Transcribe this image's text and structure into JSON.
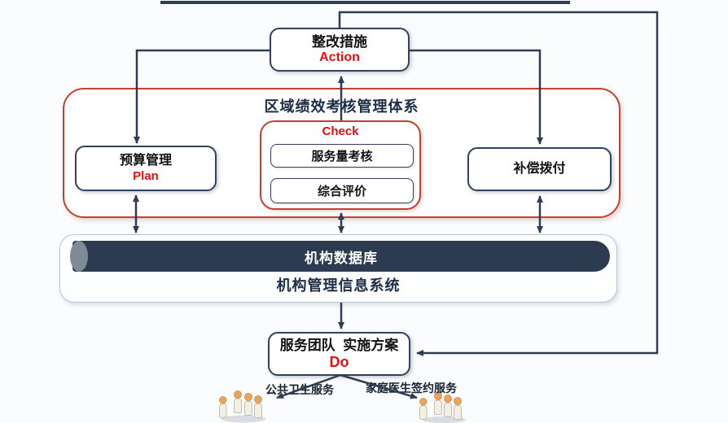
{
  "diagram": {
    "action_box": {
      "title": "整改措施",
      "tag": "Action"
    },
    "system_container": {
      "title": "区域绩效考核管理体系"
    },
    "plan_box": {
      "title": "预算管理",
      "tag": "Plan"
    },
    "check_group": {
      "tag": "Check",
      "items": [
        {
          "label": "服务量考核"
        },
        {
          "label": "综合评价"
        }
      ]
    },
    "compensation_box": {
      "title": "补偿拨付"
    },
    "database": {
      "cylinder_label": "机构数据库",
      "system_label": "机构管理信息系统"
    },
    "do_box": {
      "title": "服务团队  实施方案",
      "tag": "Do"
    },
    "outputs": [
      {
        "label": "公共卫生服务"
      },
      {
        "label": "家庭医生签约服务"
      }
    ]
  },
  "colors": {
    "navy_line": "#2e3d54",
    "box_border": "#32415c",
    "red_border": "#c6402e",
    "red_text": "#e60e0e",
    "title_navy": "#1d2d44",
    "cylinder_fill": "#2d3b50",
    "cylinder_cap": "#7f8a97",
    "db_border": "#b7c3d6",
    "bg": "#fbfcfd",
    "text_dark": "#121212",
    "label_dark": "#18222e",
    "people_body": "#f3efe3",
    "people_head": "#e9a45c"
  }
}
